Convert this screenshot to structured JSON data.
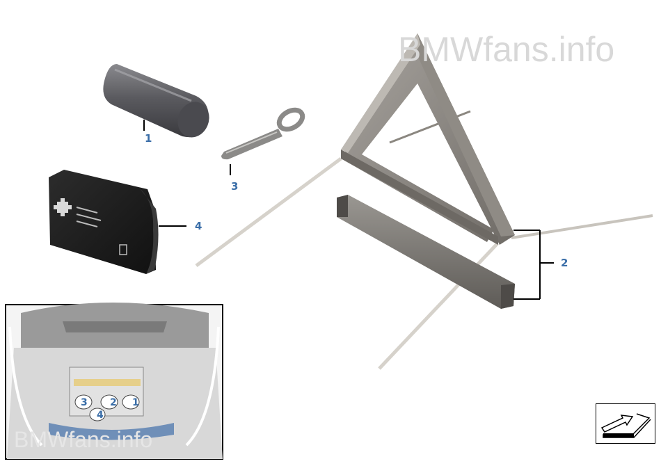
{
  "watermark": {
    "top": "BMWfans.info",
    "bottom": "BMWfans.info"
  },
  "callouts": [
    {
      "id": "1",
      "label": "1"
    },
    {
      "id": "2",
      "label": "2"
    },
    {
      "id": "3",
      "label": "3"
    },
    {
      "id": "4",
      "label": "4"
    }
  ],
  "inset_callouts": [
    "3",
    "2",
    "1",
    "4"
  ],
  "colors": {
    "callout": "#3a6ea8",
    "leader": "#000000"
  },
  "icons": {
    "nav": "next-page-arrow-icon"
  }
}
